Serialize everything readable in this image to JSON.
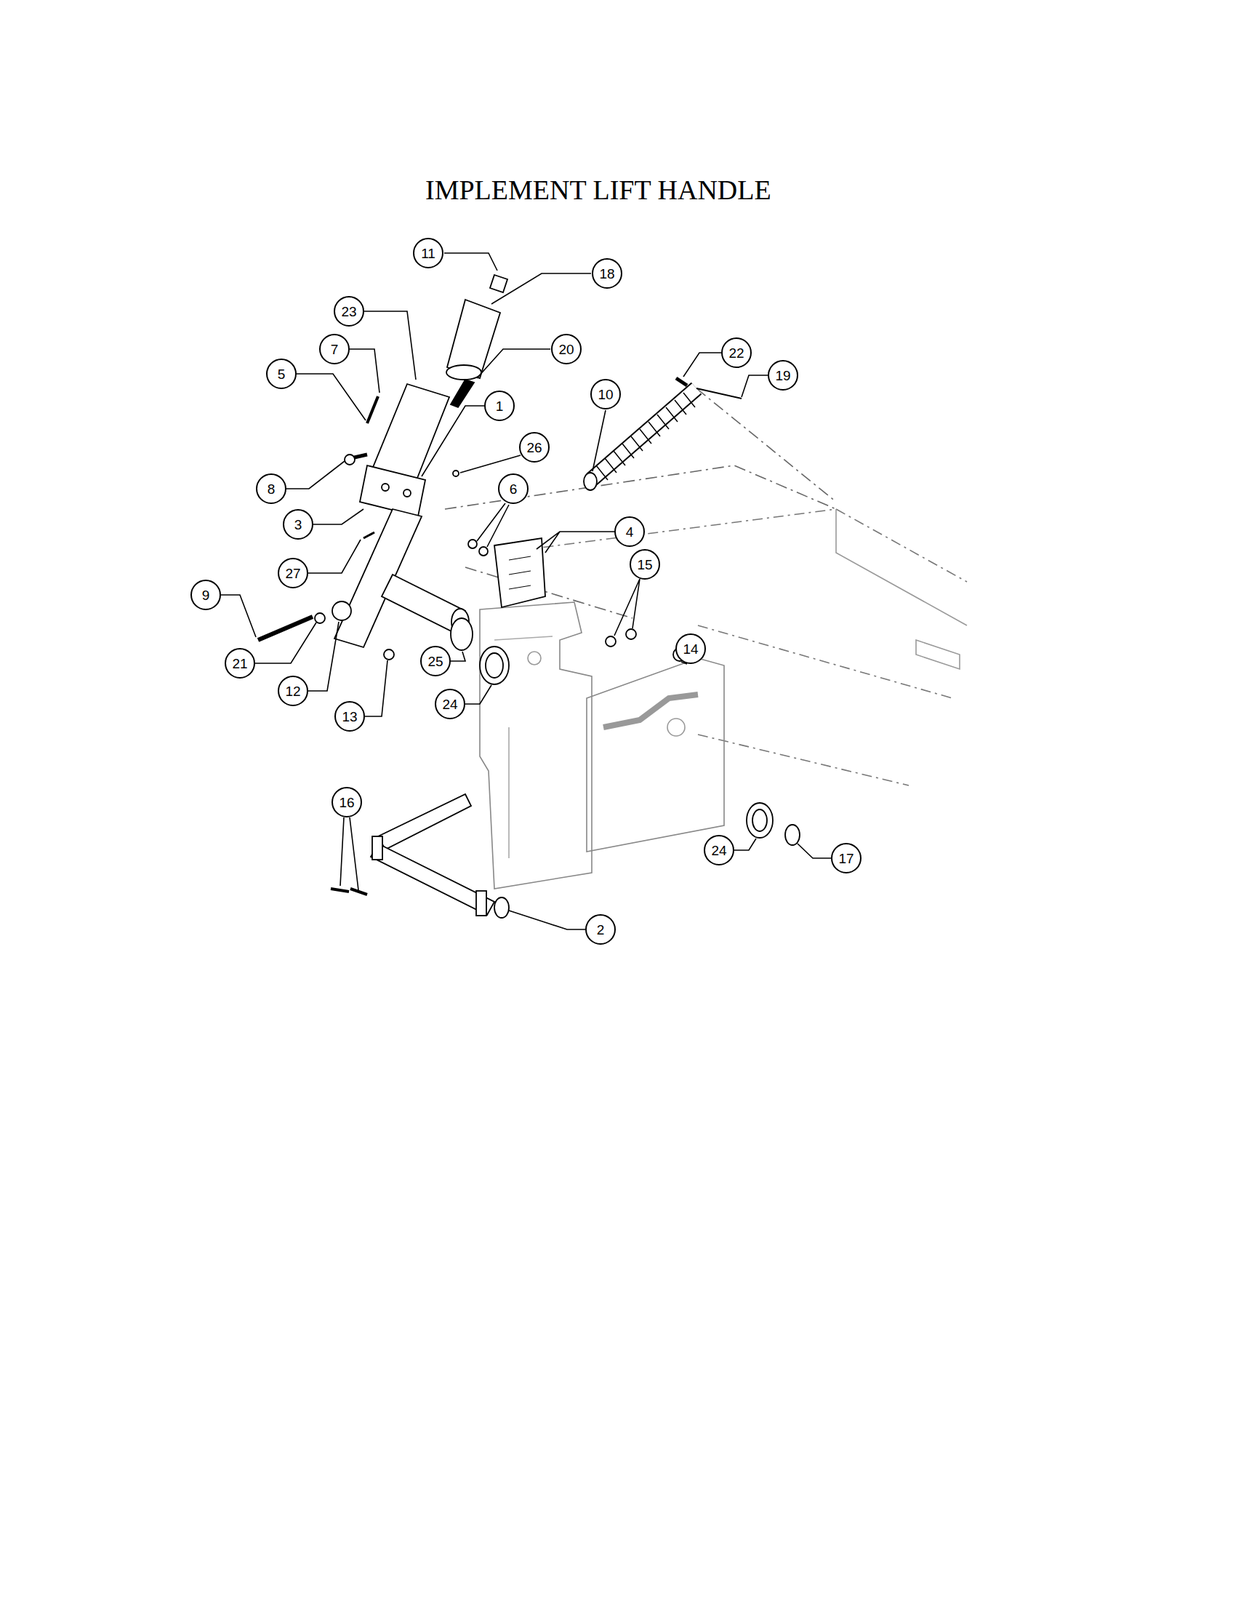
{
  "diagram": {
    "title": "IMPLEMENT LIFT HANDLE",
    "labels": [
      "11",
      "18",
      "23",
      "7",
      "20",
      "1",
      "5",
      "10",
      "22",
      "19",
      "26",
      "6",
      "4",
      "8",
      "3",
      "27",
      "9",
      "15",
      "14",
      "21",
      "12",
      "25",
      "13",
      "24",
      "16",
      "24",
      "17",
      "2"
    ]
  }
}
